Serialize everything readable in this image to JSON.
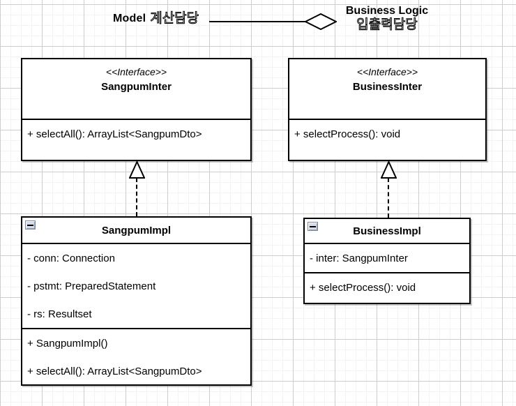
{
  "header": {
    "left_en": "Model",
    "left_ko": "계산담당",
    "right_line1": "Business Logic",
    "right_line2": "입출력담당"
  },
  "classes": [
    {
      "id": "SangpumInter",
      "stereotype": "<<Interface>>",
      "name": "SangpumInter",
      "attributes": [],
      "methods": [
        "+ selectAll(): ArrayList<SangpumDto>"
      ]
    },
    {
      "id": "BusinessInter",
      "stereotype": "<<Interface>>",
      "name": "BusinessInter",
      "attributes": [],
      "methods": [
        "+ selectProcess(): void"
      ]
    },
    {
      "id": "SangpumImpl",
      "stereotype": "",
      "name": "SangpumImpl",
      "attributes": [
        "- conn: Connection",
        "- pstmt: PreparedStatement",
        "- rs: Resultset"
      ],
      "methods": [
        "+ SangpumImpl()",
        "+ selectAll(): ArrayList<SangpumDto>"
      ]
    },
    {
      "id": "BusinessImpl",
      "stereotype": "",
      "name": "BusinessImpl",
      "attributes": [
        "- inter: SangpumInter"
      ],
      "methods": [
        "+ selectProcess(): void"
      ]
    }
  ],
  "relationships": [
    {
      "type": "realization",
      "from": "SangpumImpl",
      "to": "SangpumInter"
    },
    {
      "type": "realization",
      "from": "BusinessImpl",
      "to": "BusinessInter"
    },
    {
      "type": "aggregation",
      "from": "Model 계산담당",
      "to": "Business Logic 입출력담당"
    }
  ],
  "colors": {
    "shape_border": "#000000",
    "shape_fill": "#ffffff",
    "grid_major": "#cdcdcd",
    "grid_minor": "#f3f3f3",
    "collapse_button_face": "#d6dde8"
  }
}
